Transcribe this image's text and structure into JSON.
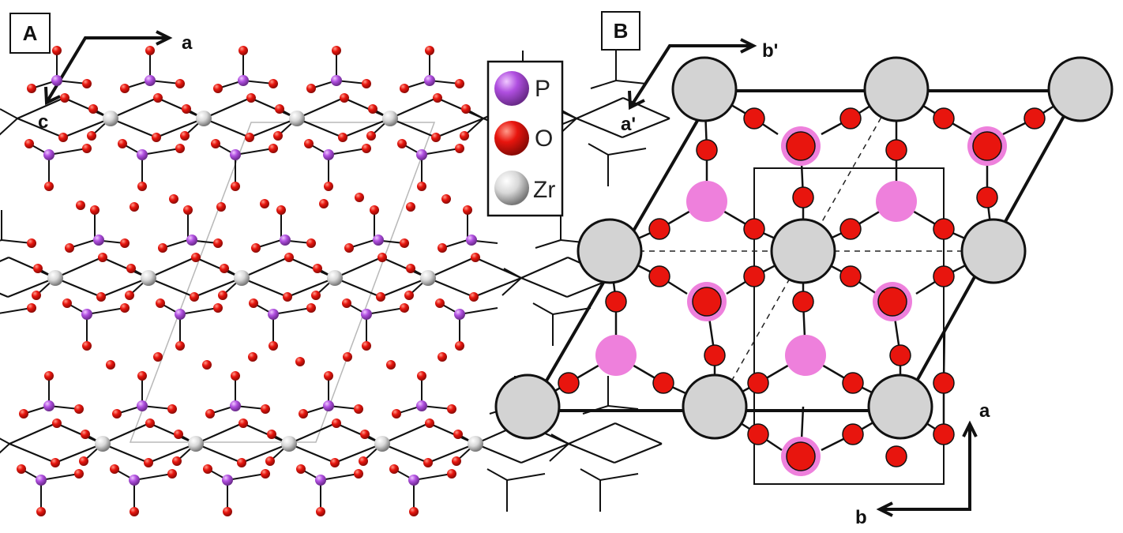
{
  "panel_a": {
    "label": "A",
    "axes": {
      "horizontal": "a",
      "diagonal": "c"
    },
    "legend": [
      {
        "symbol": "P",
        "color": "#b04fe0"
      },
      {
        "symbol": "O",
        "color": "#e8150e"
      },
      {
        "symbol": "Zr",
        "color": "#d8d8d8"
      }
    ]
  },
  "panel_b": {
    "label": "B",
    "axes_primed": {
      "horizontal": "b'",
      "diagonal": "a'"
    },
    "axes": {
      "vertical": "a",
      "horizontal": "b"
    }
  },
  "colors": {
    "phosphorus": "#b04fe0",
    "phosphorus_light": "#ee80dc",
    "oxygen": "#e8150e",
    "zirconium": "#d8d8d8",
    "bond": "#111111",
    "cell_line": "#b8b8b8"
  }
}
